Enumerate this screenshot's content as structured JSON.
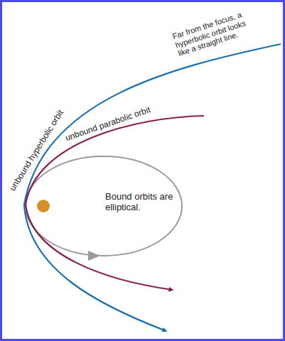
{
  "diagram": {
    "labels": [
      "Far from the focus, a hyperbolic orbit looks like a straight line.",
      "unbound hyperbolic orbit",
      "unbound parabolic orbit",
      "Bound orbits are elliptical."
    ]
  }
}
